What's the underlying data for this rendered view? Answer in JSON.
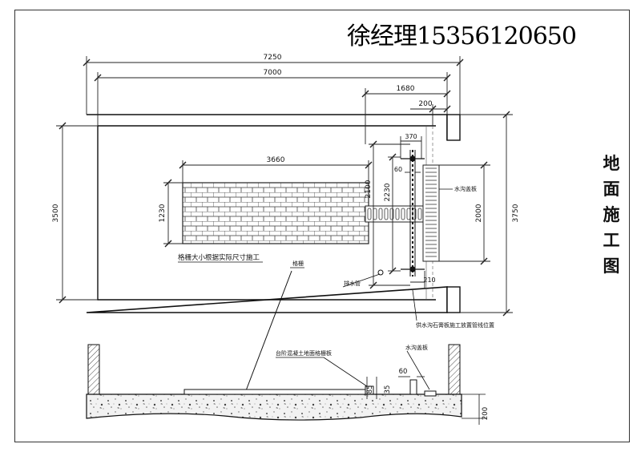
{
  "header": {
    "contact": "徐经理15356120650"
  },
  "title": {
    "chars": [
      "地",
      "面",
      "施",
      "工",
      "图"
    ]
  },
  "dims": {
    "overall_width": "7250",
    "inner_width": "7000",
    "drain_zone_width": "1680",
    "wall_gap": "200",
    "overall_height": "3750",
    "inner_height": "3500",
    "mat_width": "3660",
    "mat_height": "1230",
    "drain_span": "2000",
    "grate_span": "2230",
    "trench_span": "2100",
    "top_offset": "370",
    "trench_width": "60",
    "bottom_offset": "210",
    "section_gap": "60",
    "slab_drop_1": "85",
    "slab_drop_2": "35",
    "base_thickness": "200"
  },
  "annotations": {
    "mat_note": "格栅大小根据实际尺寸施工",
    "mat_label": "格栅",
    "drain_label": "排水管",
    "trench_note": "供水沟石膏板施工放置管线位置",
    "grate_label_plan": "水沟盖板",
    "section_note": "台阶混凝土地面格栅板",
    "grate_label_section": "水沟盖板"
  }
}
